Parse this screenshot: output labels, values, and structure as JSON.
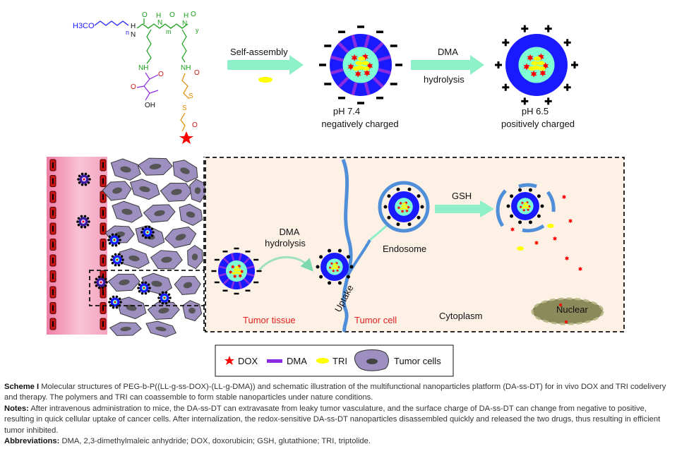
{
  "chem": {
    "h3co": "H3CO",
    "n_sub": "n",
    "h1": "H",
    "n1": "N",
    "h2": "H",
    "n2": "N",
    "m_sub": "m",
    "h3": "H",
    "n3": "N",
    "y_sub": "y",
    "o1": "O",
    "o2": "O",
    "o3": "O",
    "hn1": "HN",
    "hn2": "H",
    "nh_left": "NH",
    "nh_right": "NH",
    "o4": "O",
    "o5": "O",
    "oh": "OH",
    "s1": "S",
    "s2": "S",
    "o6": "O"
  },
  "top": {
    "self_assembly": "Self-assembly",
    "dma": "DMA",
    "hydrolysis": "hydrolysis",
    "ph74": "pH 7.4",
    "neg": "negatively charged",
    "ph65": "pH 6.5",
    "pos": "positively charged"
  },
  "bottom": {
    "dma_hydro_1": "DMA",
    "dma_hydro_2": "hydrolysis",
    "endosome": "Endosome",
    "gsh": "GSH",
    "uptake": "Uptake",
    "tumor_tissue": "Tumor tissue",
    "tumor_cell": "Tumor cell",
    "cytoplasm": "Cytoplasm",
    "nuclear": "Nuclear"
  },
  "legend": {
    "dox": "DOX",
    "dma": "DMA",
    "tri": "TRI",
    "cells": "Tumor cells"
  },
  "caption": {
    "scheme_label": "Scheme I",
    "scheme_text": "Molecular structures of PEG-b-P((LL-g-ss-DOX)-(LL-g-DMA)) and schematic illustration of the multifunctional nanoparticles platform (DA-ss-DT) for in vivo DOX and TRI codelivery and therapy. The polymers and TRI can coassemble to form stable nanoparticles under nature conditions.",
    "notes_label": "Notes:",
    "notes_text": "After intravenous administration to mice, the DA-ss-DT can extravasate from leaky tumor vasculature, and the surface charge of DA-ss-DT can change from negative to positive, resulting in quick cellular uptake of cancer cells. After internalization, the redox-sensitive DA-ss-DT nanoparticles disassembled quickly and released the two drugs, thus resulting in efficient tumor inhibited.",
    "abbr_label": "Abbreviations:",
    "abbr_text": "DMA, 2,3-dimethylmaleic anhydride; DOX, doxorubicin; GSH, glutathione; TRI, triptolide."
  },
  "colors": {
    "core": "#7fffd4",
    "shell": "#1a1aff",
    "dma": "#8a2be2",
    "dox": "#ff0000",
    "tri": "#ffff00",
    "arrow": "#8ef0c8",
    "cell": "#9d8fc0",
    "vessel": "#f4a6c0",
    "red_label": "#e02020"
  }
}
